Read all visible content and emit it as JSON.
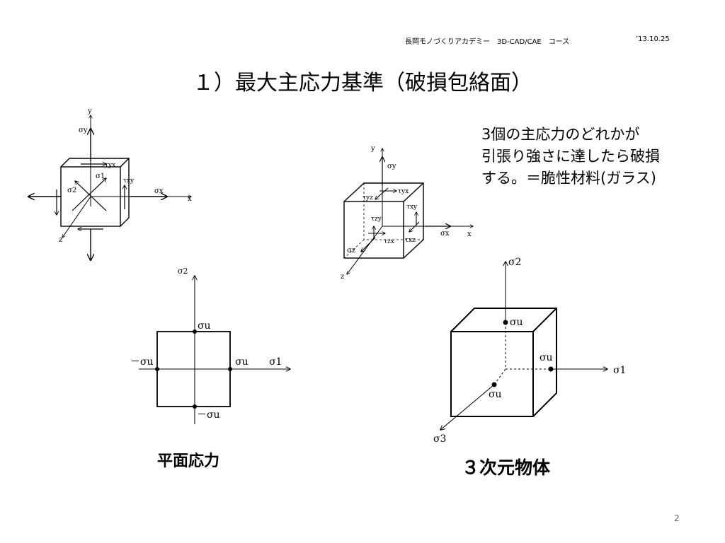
{
  "header": {
    "course": "長岡モノづくりアカデミー　3D-CAD/CAE　コース",
    "date": "’13.10.25"
  },
  "title": "１）最大主応力基準（破損包絡面）",
  "description": {
    "line1": "3個の主応力のどれかが",
    "line2": "引張り強さに達したら破損",
    "line3": "する。＝脆性材料(ガラス)"
  },
  "captions": {
    "plane": "平面応力",
    "solid": "３次元物体"
  },
  "fig_element_2d": {
    "axis_y": "y",
    "axis_x": "x",
    "axis_z": "z",
    "sigma_y": "σy",
    "sigma_x": "σx",
    "tau_yx": "τyx",
    "tau_xy": "τxy",
    "sigma_1": "σ1",
    "sigma_2": "σ2"
  },
  "fig_element_3d": {
    "axis_y": "y",
    "axis_x": "x",
    "axis_z": "z",
    "sigma_y": "σy",
    "sigma_x": "σx",
    "sigma_z": "σz",
    "tau_yx": "τyx",
    "tau_yz": "τyz",
    "tau_xy": "τxy",
    "tau_xz": "τxz",
    "tau_zy": "τzy",
    "tau_zx": "τzx"
  },
  "fig_plane_envelope": {
    "axis_v": "σ2",
    "axis_h": "σ1",
    "top": "σu",
    "right": "σu",
    "left": "－σu",
    "bottom": "－σu"
  },
  "fig_solid_envelope": {
    "axis_v": "σ2",
    "axis_h": "σ1",
    "axis_d": "σ3",
    "top": "σu",
    "right": "σu",
    "front": "σu"
  },
  "page_number": "2"
}
